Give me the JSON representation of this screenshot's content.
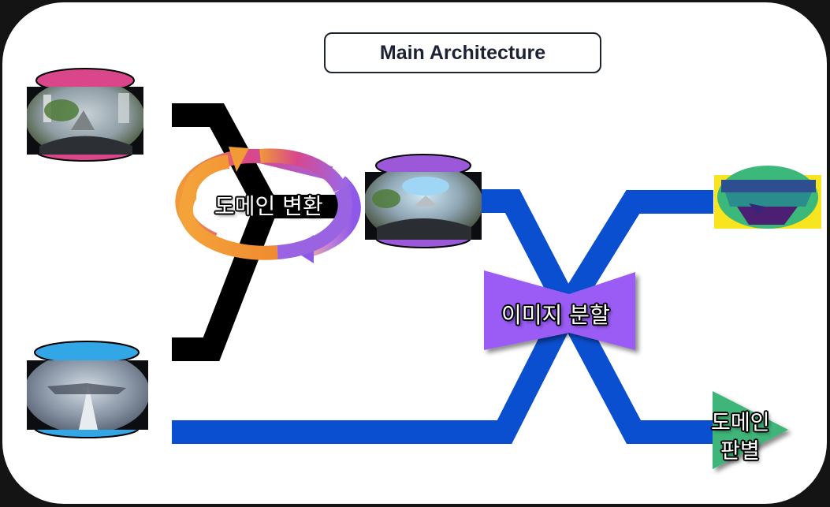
{
  "title": "Main Architecture",
  "labels": {
    "domain_translation": "도메인 변환",
    "image_segmentation": "이미지 분할",
    "domain_discriminator_line1": "도메인",
    "domain_discriminator_line2": "판별"
  },
  "colors": {
    "source_cylinder": "#d9478a",
    "target_cylinder": "#33a6e6",
    "translated_cylinder": "#9b59d9",
    "segmentation_node": "#9a5cf5",
    "discriminator_node": "#3fb57a",
    "path_blue": "#0a4fd0",
    "path_black": "#000000"
  }
}
